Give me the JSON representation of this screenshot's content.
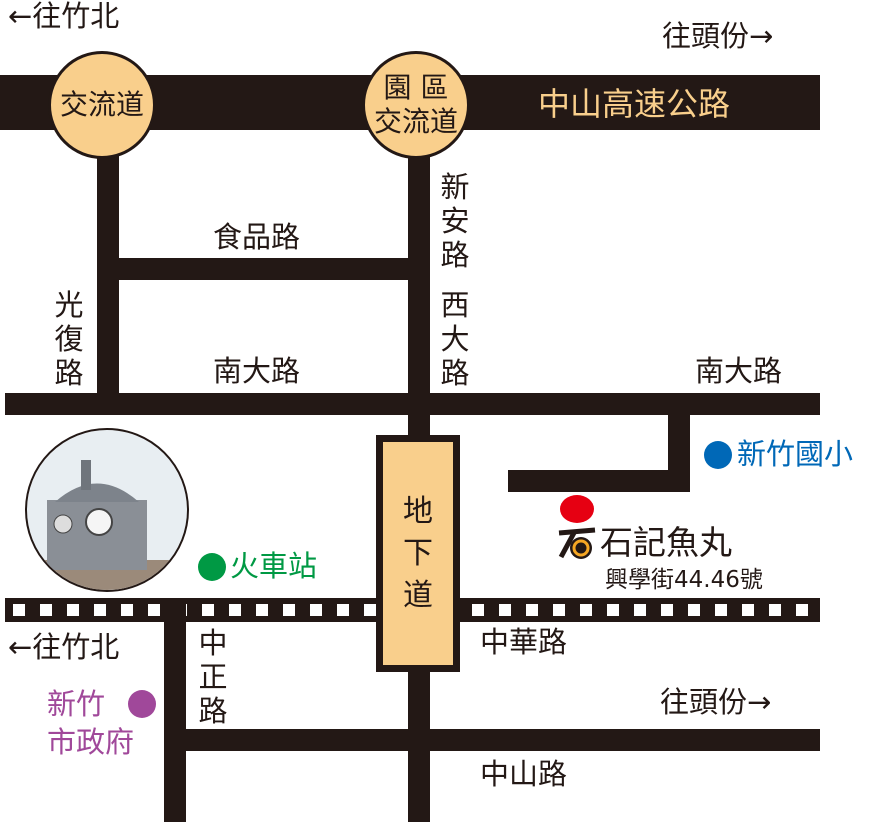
{
  "roads": {
    "highway": "中山高速公路",
    "interchange_left": "交流道",
    "interchange_right_line1": "園 區",
    "interchange_right_line2": "交流道",
    "shipin": "食品路",
    "guangfu": "光復路",
    "xinan": "新安路",
    "xida": "西大路",
    "nanda_left": "南大路",
    "nanda_right": "南大路",
    "underpass": "地下道",
    "zhonghua": "中華路",
    "zhongzheng": "中正路",
    "zhongshan": "中山路"
  },
  "directions": {
    "to_zhubei_top": "←往竹北",
    "to_toufen_top": "往頭份→",
    "to_zhubei_bottom": "←往竹北",
    "to_toufen_bottom": "往頭份→"
  },
  "landmarks": {
    "school": "新竹國小",
    "station": "火車站",
    "city_hall_line1": "新竹",
    "city_hall_line2": "市政府"
  },
  "shop": {
    "name": "石記魚丸",
    "address": "興學街44.46號"
  },
  "colors": {
    "road": "#231815",
    "interchange": "#f9cf8c",
    "school": "#0068b7",
    "station": "#009944",
    "shop": "#e60012",
    "city_hall": "#a0489a"
  }
}
